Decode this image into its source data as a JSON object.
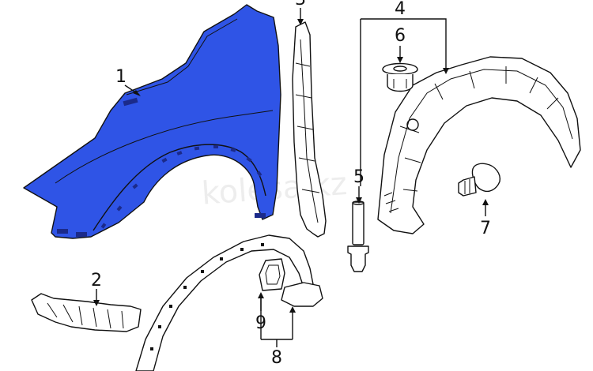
{
  "colors": {
    "highlight": "#2f54e6",
    "line": "#111111",
    "background": "#ffffff"
  },
  "callouts": {
    "c1": "1",
    "c2": "2",
    "c3": "3",
    "c4": "4",
    "c5": "5",
    "c6": "6",
    "c7": "7",
    "c8": "8",
    "c9": "9"
  },
  "watermark": "kolesa.kz"
}
